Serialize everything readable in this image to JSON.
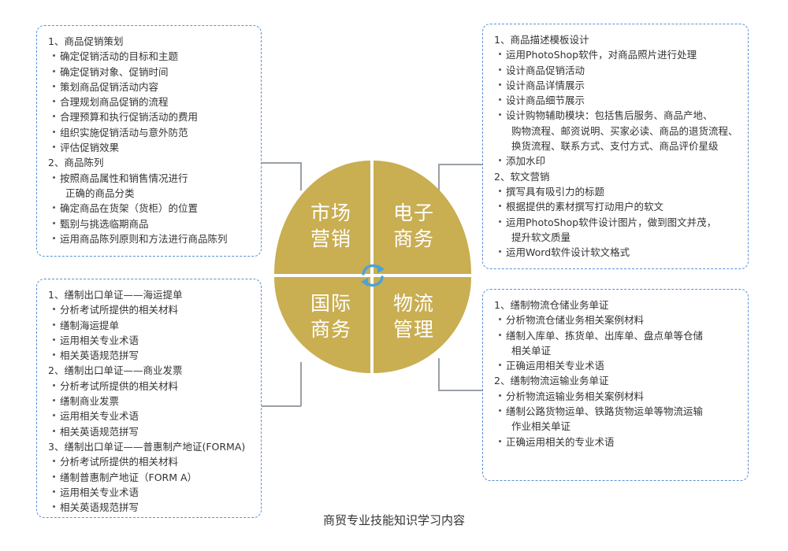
{
  "colors": {
    "circle": "#c9ae52",
    "box_border": "#5b8fd6",
    "arrow": "#4aa3d8",
    "connector": "#9aa0a6"
  },
  "icons": {
    "center": "refresh-cycle-icon"
  },
  "quadrants": {
    "tl": [
      "市场",
      "营销"
    ],
    "tr": [
      "电子",
      "商务"
    ],
    "bl": [
      "国际",
      "商务"
    ],
    "br": [
      "物流",
      "管理"
    ]
  },
  "boxes": {
    "tl": [
      {
        "t": "h",
        "text": "1、商品促销策划"
      },
      {
        "t": "i",
        "text": "确定促销活动的目标和主题"
      },
      {
        "t": "i",
        "text": "确定促销对象、促销时间"
      },
      {
        "t": "i",
        "text": "策划商品促销活动内容"
      },
      {
        "t": "i",
        "text": "合理规划商品促销的流程"
      },
      {
        "t": "i",
        "text": "合理预算和执行促销活动的费用"
      },
      {
        "t": "i",
        "text": "组织实施促销活动与意外防范"
      },
      {
        "t": "i",
        "text": "评估促销效果"
      },
      {
        "t": "h",
        "text": "2、商品陈列"
      },
      {
        "t": "i",
        "text": "按照商品属性和销售情况进行"
      },
      {
        "t": "c",
        "text": "正确的商品分类"
      },
      {
        "t": "i",
        "text": "确定商品在货架（货柜）的位置"
      },
      {
        "t": "i",
        "text": "甄别与挑选临期商品"
      },
      {
        "t": "i",
        "text": "运用商品陈列原则和方法进行商品陈列"
      }
    ],
    "bl": [
      {
        "t": "h",
        "text": "1、缮制出口单证——海运提单"
      },
      {
        "t": "i",
        "text": "分析考试所提供的相关材料"
      },
      {
        "t": "i",
        "text": "缮制海运提单"
      },
      {
        "t": "i",
        "text": "运用相关专业术语"
      },
      {
        "t": "i",
        "text": "相关英语规范拼写"
      },
      {
        "t": "h",
        "text": "2、缮制出口单证——商业发票"
      },
      {
        "t": "i",
        "text": "分析考试所提供的相关材料"
      },
      {
        "t": "i",
        "text": "缮制商业发票"
      },
      {
        "t": "i",
        "text": "运用相关专业术语"
      },
      {
        "t": "i",
        "text": "相关英语规范拼写"
      },
      {
        "t": "h",
        "text": "3、缮制出口单证——普惠制产地证(FORMA)"
      },
      {
        "t": "i",
        "text": "分析考试所提供的相关材料"
      },
      {
        "t": "i",
        "text": "缮制普惠制产地证（FORM A）"
      },
      {
        "t": "i",
        "text": "运用相关专业术语"
      },
      {
        "t": "i",
        "text": "相关英语规范拼写"
      }
    ],
    "tr": [
      {
        "t": "h",
        "text": "1、商品描述模板设计"
      },
      {
        "t": "i",
        "text": "运用PhotoShop软件，对商品照片进行处理"
      },
      {
        "t": "i",
        "text": "设计商品促销活动"
      },
      {
        "t": "i",
        "text": "设计商品详情展示"
      },
      {
        "t": "i",
        "text": "设计商品细节展示"
      },
      {
        "t": "i",
        "text": "设计购物辅助模块：包括售后服务、商品产地、"
      },
      {
        "t": "c",
        "text": "购物流程、邮资说明、买家必读、商品的退货流程、"
      },
      {
        "t": "c",
        "text": "换货流程、联系方式、支付方式、商品评价星级"
      },
      {
        "t": "i",
        "text": "添加水印"
      },
      {
        "t": "h",
        "text": "2、软文营销"
      },
      {
        "t": "i",
        "text": "撰写具有吸引力的标题"
      },
      {
        "t": "i",
        "text": "根据提供的素材撰写打动用户的软文"
      },
      {
        "t": "i",
        "text": "运用PhotoShop软件设计图片，做到图文并茂，"
      },
      {
        "t": "c",
        "text": "提升软文质量"
      },
      {
        "t": "i",
        "text": "运用Word软件设计软文格式"
      }
    ],
    "br": [
      {
        "t": "h",
        "text": "1、缮制物流仓储业务单证"
      },
      {
        "t": "i",
        "text": "分析物流仓储业务相关案例材料"
      },
      {
        "t": "i",
        "text": "缮制入库单、拣货单、出库单、盘点单等仓储"
      },
      {
        "t": "c",
        "text": "相关单证"
      },
      {
        "t": "i",
        "text": "正确运用相关专业术语"
      },
      {
        "t": "h",
        "text": "2、缮制物流运输业务单证"
      },
      {
        "t": "i",
        "text": "分析物流运输业务相关案例材料"
      },
      {
        "t": "i",
        "text": "缮制公路货物运单、铁路货物运单等物流运输"
      },
      {
        "t": "c",
        "text": "作业相关单证"
      },
      {
        "t": "i",
        "text": "正确运用相关的专业术语"
      }
    ]
  },
  "caption": "商贸专业技能知识学习内容"
}
